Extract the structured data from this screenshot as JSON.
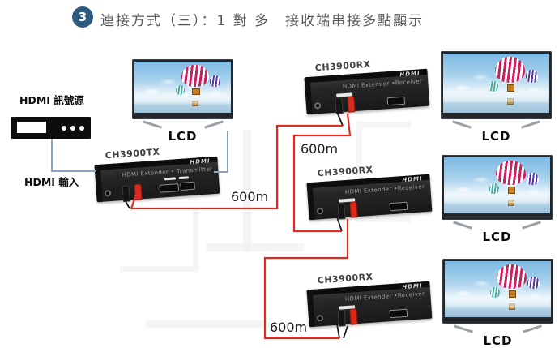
{
  "title": {
    "badge": "3",
    "text": "連接方式（三）：1 對 多　接收端串接多點顯示"
  },
  "source": {
    "name": "HDMI 訊號源",
    "input_label": "HDMI 輸入"
  },
  "devices": {
    "tx": {
      "model": "CH3900TX",
      "panel_text": "HDMI Extender • Transmitter",
      "logo": "HDMI"
    },
    "rx1": {
      "model": "CH3900RX",
      "panel_text": "HDMI Extender •Receiver",
      "logo": "HDMI"
    },
    "rx2": {
      "model": "CH3900RX",
      "panel_text": "HDMI Extender •Receiver",
      "logo": "HDMI"
    },
    "rx3": {
      "model": "CH3900RX",
      "panel_text": "HDMI Extender •Receiver",
      "logo": "HDMI"
    }
  },
  "monitors": {
    "m0": {
      "label": "LCD"
    },
    "m1": {
      "label": "LCD"
    },
    "m2": {
      "label": "LCD"
    },
    "m3": {
      "label": "LCD"
    }
  },
  "distances": {
    "d1": "600m",
    "d2": "600m",
    "d3": "600m"
  },
  "colors": {
    "cable_red": "#e02b20",
    "cable_blue": "#8aa2bd",
    "wire_black": "#161616",
    "badge_blue": "#2f5a80",
    "balloon_pink": "#cc1f5e",
    "balloon_purple": "#5435a8",
    "balloon_teal": "#3fae9f"
  }
}
